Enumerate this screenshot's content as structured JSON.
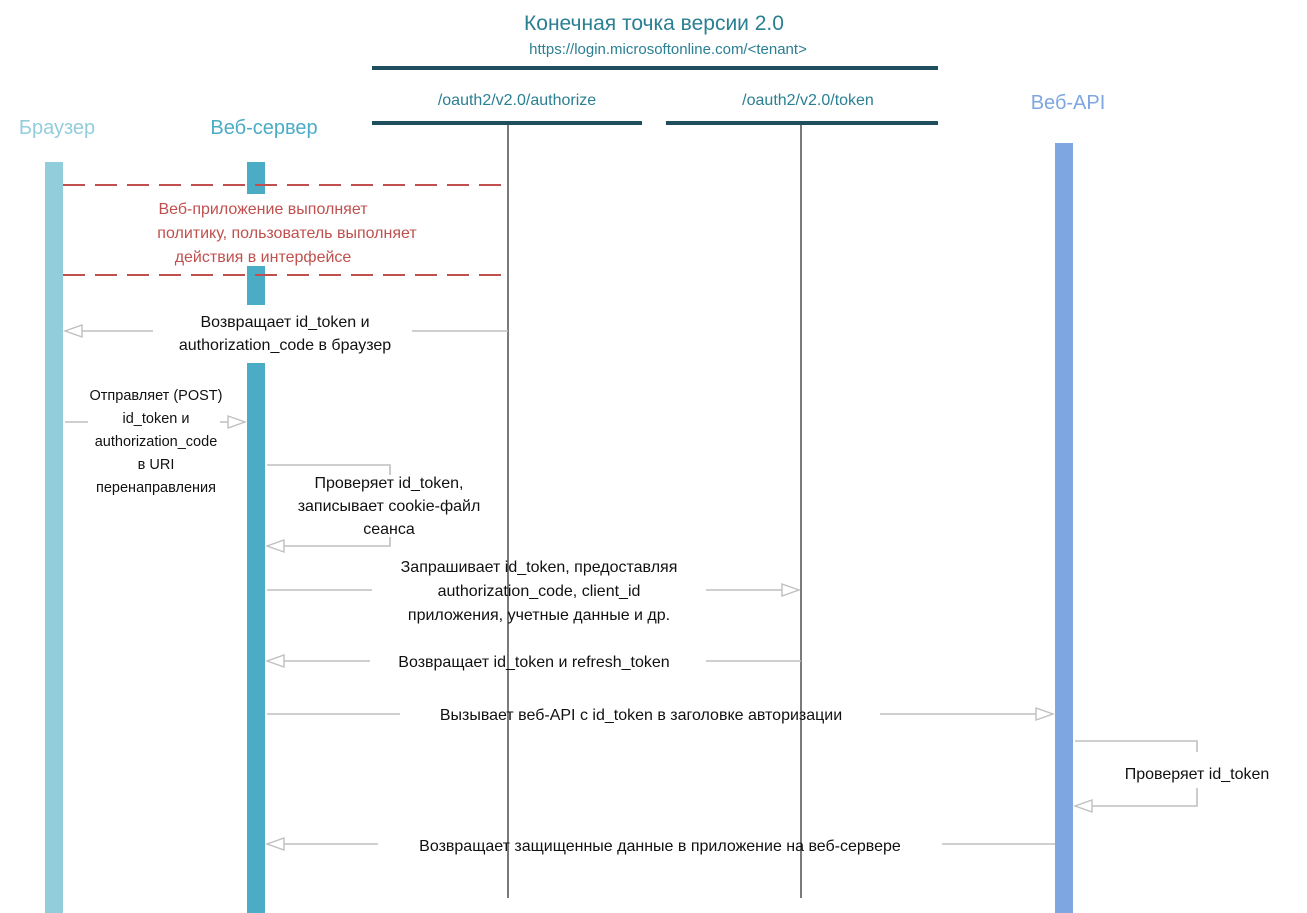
{
  "header": {
    "title": "Конечная точка версии 2.0",
    "url": "https://login.microsoftonline.com/<tenant>"
  },
  "endpoints": {
    "authorize": "/oauth2/v2.0/authorize",
    "token": "/oauth2/v2.0/token"
  },
  "participants": {
    "browser": "Браузер",
    "web_server": "Веб-сервер",
    "web_api": "Веб-API"
  },
  "policy_note": [
    "Веб-приложение выполняет",
    "политику, пользователь выполняет",
    "действия в интерфейсе"
  ],
  "messages": {
    "return_tokens": [
      "Возвращает id_token и",
      "authorization_code в браузер"
    ],
    "post_tokens": [
      "Отправляет (POST)",
      "id_token и",
      "authorization_code",
      "в URI",
      "перенаправления"
    ],
    "validate_cookie": [
      "Проверяет id_token,",
      "записывает cookie-файл",
      "сеанса"
    ],
    "request_token": [
      "Запрашивает id_token, предоставляя",
      "authorization_code, client_id",
      "приложения, учетные данные и др."
    ],
    "return_refresh": "Возвращает id_token и refresh_token",
    "call_api": "Вызывает веб-API с id_token в заголовке авторизации",
    "api_validate": "Проверяет id_token",
    "return_data": "Возвращает защищенные данные в приложение на веб-сервере"
  },
  "colors": {
    "browser": "#92cddc",
    "web_server": "#4bacc6",
    "web_api": "#7ea6e0",
    "endpoint_bar": "#1f4e5f",
    "policy": "#c0504d",
    "arrow": "#bfbfbf",
    "lifeline": "#333333"
  }
}
